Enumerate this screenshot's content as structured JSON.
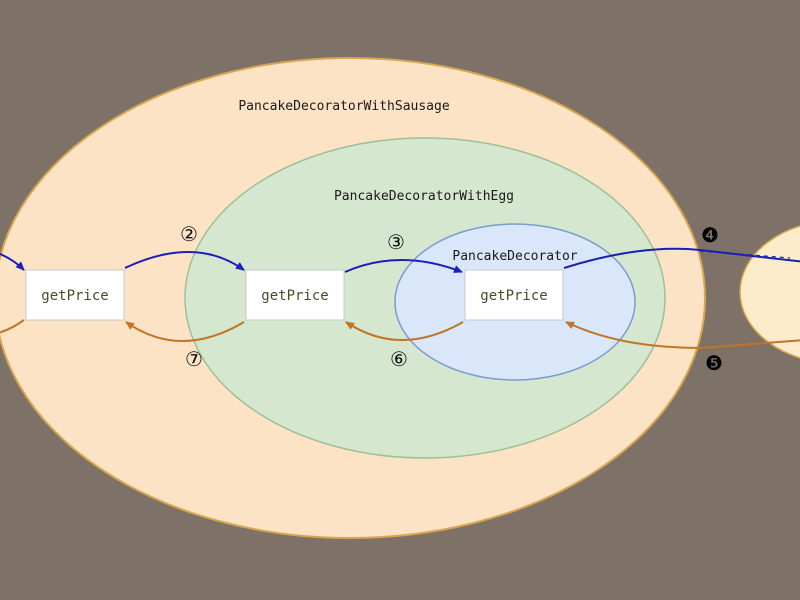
{
  "colors": {
    "background": "#7d7168",
    "outer_fill": "#fce3c5",
    "outer_stroke": "#d7a64f",
    "middle_fill": "#d5e7cf",
    "middle_stroke": "#9ec094",
    "inner_fill": "#dae7fb",
    "inner_stroke": "#7a9ccf",
    "far_right_fill": "#fdeccb",
    "call_arrow": "#1a1fb8",
    "return_arrow": "#c17424",
    "box_fill": "#ffffff",
    "box_stroke": "#c8c8c8"
  },
  "layers": {
    "outer": {
      "label": "PancakeDecoratorWithSausage"
    },
    "middle": {
      "label": "PancakeDecoratorWithEgg"
    },
    "inner": {
      "label": "PancakeDecorator"
    }
  },
  "methods": {
    "outer": "getPrice",
    "middle": "getPrice",
    "inner": "getPrice"
  },
  "steps": {
    "two": "②",
    "three": "③",
    "four": "❹",
    "five": "❺",
    "six": "⑥",
    "seven": "⑦"
  },
  "icons": {
    "call_arrow": "arrow-right-icon",
    "return_arrow": "arrow-left-icon"
  }
}
